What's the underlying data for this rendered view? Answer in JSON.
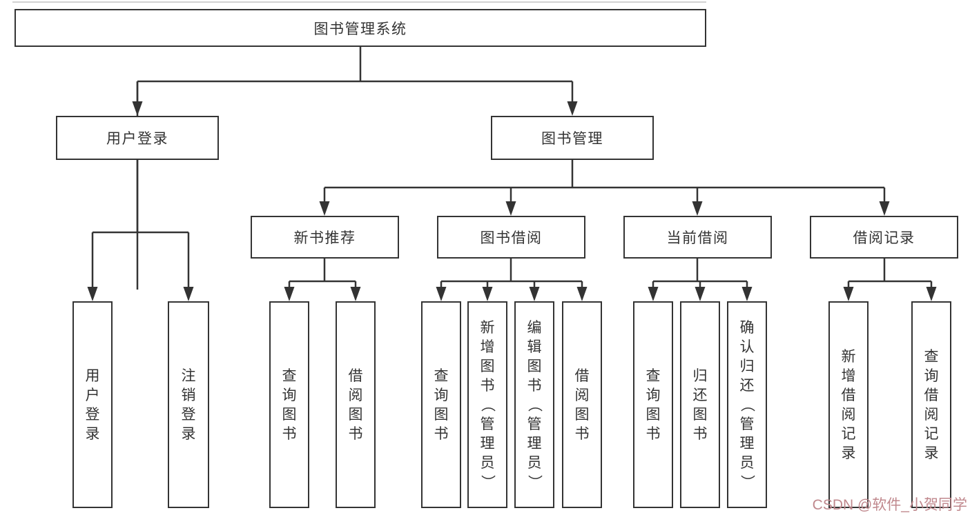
{
  "diagram_title": "图书管理系统",
  "tree": {
    "root": "图书管理系统",
    "children": [
      {
        "label": "用户登录",
        "children": [
          {
            "label": "用户登录"
          },
          {
            "label": "注销登录"
          }
        ]
      },
      {
        "label": "图书管理",
        "children": [
          {
            "label": "新书推荐",
            "children": [
              {
                "label": "查询图书"
              },
              {
                "label": "借阅图书"
              }
            ]
          },
          {
            "label": "图书借阅",
            "children": [
              {
                "label": "查询图书"
              },
              {
                "label": "新增图书（管理员）"
              },
              {
                "label": "编辑图书（管理员）"
              },
              {
                "label": "借阅图书"
              }
            ]
          },
          {
            "label": "当前借阅",
            "children": [
              {
                "label": "查询图书"
              },
              {
                "label": "归还图书"
              },
              {
                "label": "确认归还（管理员）"
              }
            ]
          },
          {
            "label": "借阅记录",
            "children": [
              {
                "label": "新增借阅记录"
              },
              {
                "label": "查询借阅记录"
              }
            ]
          }
        ]
      }
    ]
  },
  "watermark": {
    "text": "CSDN @软件_小贺同学",
    "color": "#c0888d"
  },
  "colors": {
    "line": "#333333",
    "box_border": "#333333",
    "text": "#333333",
    "background": "#ffffff"
  }
}
